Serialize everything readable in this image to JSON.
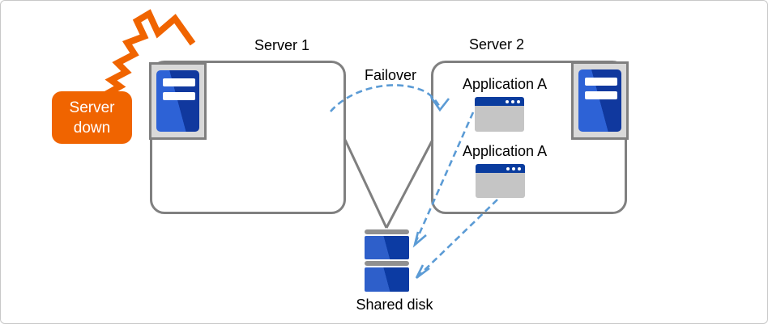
{
  "diagram": {
    "server_down_callout": {
      "label": "Server down"
    },
    "server1": {
      "label": "Server 1"
    },
    "server2": {
      "label": "Server 2",
      "apps": [
        {
          "label": "Application A"
        },
        {
          "label": "Application A"
        }
      ]
    },
    "failover_arrow": {
      "label": "Failover"
    },
    "shared_disk": {
      "label": "Shared disk"
    }
  },
  "colors": {
    "callout_orange": "#f06400",
    "spark_orange": "#f06400",
    "dashed_arrow_blue": "#5b9bd5",
    "connector_gray": "#7f7f7f",
    "box_border_gray": "#808080",
    "hw_frame_gray": "#d9d9d9",
    "hw_panel_blue_light": "#2d62d6",
    "hw_panel_blue_dark": "#10389e",
    "app_titlebar_blue": "#0a3c9e",
    "app_body_gray": "#c5c5c5",
    "disk_cap_gray": "#909090",
    "disk_blue_light": "#2e5fca",
    "disk_blue_dark": "#0c3ba3",
    "text": "#000000"
  }
}
